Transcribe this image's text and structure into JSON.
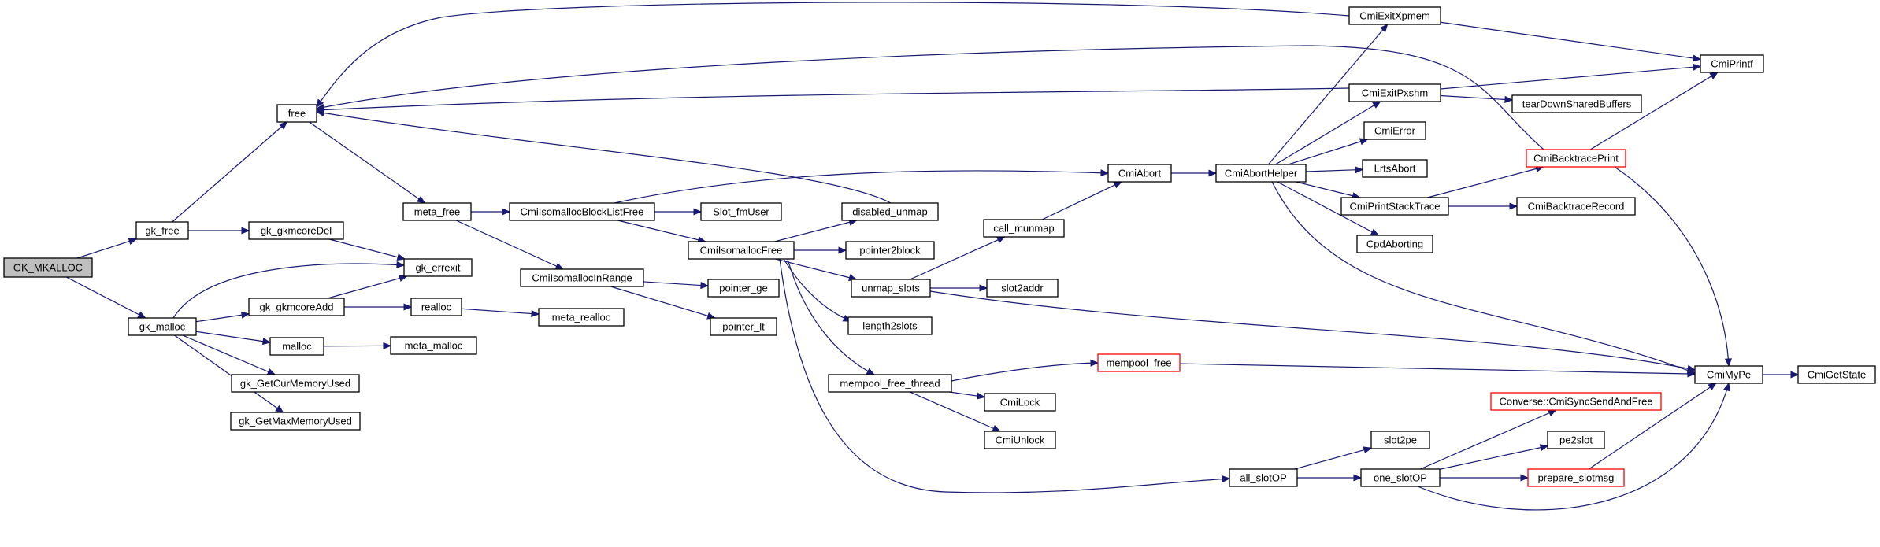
{
  "colors": {
    "edge": "#191970",
    "node_border": "#000000",
    "node_border_truncated": "#ff0000",
    "root_fill": "#bfbfbf",
    "node_fill": "#ffffff"
  },
  "nodes": [
    {
      "id": "GK_MKALLOC",
      "label": "GK_MKALLOC",
      "kind": "root"
    },
    {
      "id": "gk_free",
      "label": "gk_free"
    },
    {
      "id": "gk_malloc",
      "label": "gk_malloc"
    },
    {
      "id": "free",
      "label": "free"
    },
    {
      "id": "gk_gkmcoreDel",
      "label": "gk_gkmcoreDel"
    },
    {
      "id": "gk_errexit",
      "label": "gk_errexit"
    },
    {
      "id": "gk_gkmcoreAdd",
      "label": "gk_gkmcoreAdd"
    },
    {
      "id": "malloc",
      "label": "malloc"
    },
    {
      "id": "gk_GetCurMemoryUsed",
      "label": "gk_GetCurMemoryUsed"
    },
    {
      "id": "gk_GetMaxMemoryUsed",
      "label": "gk_GetMaxMemoryUsed"
    },
    {
      "id": "meta_free",
      "label": "meta_free"
    },
    {
      "id": "realloc",
      "label": "realloc"
    },
    {
      "id": "meta_malloc",
      "label": "meta_malloc"
    },
    {
      "id": "meta_realloc",
      "label": "meta_realloc"
    },
    {
      "id": "CmiIsomallocBlockListFree",
      "label": "CmiIsomallocBlockListFree"
    },
    {
      "id": "CmiIsomallocInRange",
      "label": "CmiIsomallocInRange"
    },
    {
      "id": "Slot_fmUser",
      "label": "Slot_fmUser"
    },
    {
      "id": "CmiIsomallocFree",
      "label": "CmiIsomallocFree"
    },
    {
      "id": "pointer_ge",
      "label": "pointer_ge"
    },
    {
      "id": "pointer_lt",
      "label": "pointer_lt"
    },
    {
      "id": "disabled_unmap",
      "label": "disabled_unmap"
    },
    {
      "id": "pointer2block",
      "label": "pointer2block"
    },
    {
      "id": "unmap_slots",
      "label": "unmap_slots"
    },
    {
      "id": "length2slots",
      "label": "length2slots"
    },
    {
      "id": "mempool_free_thread",
      "label": "mempool_free_thread"
    },
    {
      "id": "call_munmap",
      "label": "call_munmap"
    },
    {
      "id": "slot2addr",
      "label": "slot2addr"
    },
    {
      "id": "CmiAbort",
      "label": "CmiAbort"
    },
    {
      "id": "CmiAbortHelper",
      "label": "CmiAbortHelper"
    },
    {
      "id": "mempool_free",
      "label": "mempool_free",
      "kind": "truncated"
    },
    {
      "id": "CmiLock",
      "label": "CmiLock"
    },
    {
      "id": "CmiUnlock",
      "label": "CmiUnlock"
    },
    {
      "id": "all_slotOP",
      "label": "all_slotOP"
    },
    {
      "id": "slot2pe",
      "label": "slot2pe"
    },
    {
      "id": "one_slotOP",
      "label": "one_slotOP"
    },
    {
      "id": "CmiExitXpmem",
      "label": "CmiExitXpmem"
    },
    {
      "id": "CmiExitPxshm",
      "label": "CmiExitPxshm"
    },
    {
      "id": "CmiError",
      "label": "CmiError"
    },
    {
      "id": "LrtsAbort",
      "label": "LrtsAbort"
    },
    {
      "id": "CmiPrintStackTrace",
      "label": "CmiPrintStackTrace"
    },
    {
      "id": "CpdAborting",
      "label": "CpdAborting"
    },
    {
      "id": "Converse::CmiSyncSendAndFree",
      "label": "Converse::CmiSyncSendAndFree",
      "kind": "truncated"
    },
    {
      "id": "pe2slot",
      "label": "pe2slot"
    },
    {
      "id": "prepare_slotmsg",
      "label": "prepare_slotmsg",
      "kind": "truncated"
    },
    {
      "id": "CmiPrintf",
      "label": "CmiPrintf"
    },
    {
      "id": "tearDownSharedBuffers",
      "label": "tearDownSharedBuffers"
    },
    {
      "id": "CmiBacktracePrint",
      "label": "CmiBacktracePrint",
      "kind": "truncated"
    },
    {
      "id": "CmiBacktraceRecord",
      "label": "CmiBacktraceRecord"
    },
    {
      "id": "CmiMyPe",
      "label": "CmiMyPe"
    },
    {
      "id": "CmiGetState",
      "label": "CmiGetState"
    }
  ],
  "edges": [
    [
      "GK_MKALLOC",
      "gk_free"
    ],
    [
      "GK_MKALLOC",
      "gk_malloc"
    ],
    [
      "gk_free",
      "free"
    ],
    [
      "gk_free",
      "gk_gkmcoreDel"
    ],
    [
      "gk_gkmcoreDel",
      "gk_errexit"
    ],
    [
      "gk_malloc",
      "gk_errexit"
    ],
    [
      "gk_malloc",
      "gk_gkmcoreAdd"
    ],
    [
      "gk_malloc",
      "malloc"
    ],
    [
      "gk_malloc",
      "gk_GetCurMemoryUsed"
    ],
    [
      "gk_malloc",
      "gk_GetMaxMemoryUsed"
    ],
    [
      "gk_gkmcoreAdd",
      "gk_errexit"
    ],
    [
      "gk_gkmcoreAdd",
      "realloc"
    ],
    [
      "free",
      "meta_free"
    ],
    [
      "malloc",
      "meta_malloc"
    ],
    [
      "realloc",
      "meta_realloc"
    ],
    [
      "meta_free",
      "CmiIsomallocBlockListFree"
    ],
    [
      "meta_free",
      "CmiIsomallocInRange"
    ],
    [
      "CmiIsomallocBlockListFree",
      "Slot_fmUser"
    ],
    [
      "CmiIsomallocBlockListFree",
      "CmiIsomallocFree"
    ],
    [
      "CmiIsomallocBlockListFree",
      "CmiAbort"
    ],
    [
      "CmiIsomallocInRange",
      "pointer_ge"
    ],
    [
      "CmiIsomallocInRange",
      "pointer_lt"
    ],
    [
      "CmiIsomallocFree",
      "disabled_unmap"
    ],
    [
      "CmiIsomallocFree",
      "pointer2block"
    ],
    [
      "CmiIsomallocFree",
      "unmap_slots"
    ],
    [
      "CmiIsomallocFree",
      "length2slots"
    ],
    [
      "CmiIsomallocFree",
      "mempool_free_thread"
    ],
    [
      "CmiIsomallocFree",
      "all_slotOP"
    ],
    [
      "disabled_unmap",
      "free"
    ],
    [
      "unmap_slots",
      "call_munmap"
    ],
    [
      "unmap_slots",
      "slot2addr"
    ],
    [
      "unmap_slots",
      "CmiMyPe"
    ],
    [
      "call_munmap",
      "CmiAbort"
    ],
    [
      "CmiAbort",
      "CmiAbortHelper"
    ],
    [
      "mempool_free_thread",
      "mempool_free"
    ],
    [
      "mempool_free_thread",
      "CmiLock"
    ],
    [
      "mempool_free_thread",
      "CmiUnlock"
    ],
    [
      "mempool_free",
      "CmiMyPe"
    ],
    [
      "all_slotOP",
      "slot2pe"
    ],
    [
      "all_slotOP",
      "one_slotOP"
    ],
    [
      "one_slotOP",
      "Converse::CmiSyncSendAndFree"
    ],
    [
      "one_slotOP",
      "pe2slot"
    ],
    [
      "one_slotOP",
      "prepare_slotmsg"
    ],
    [
      "one_slotOP",
      "CmiMyPe"
    ],
    [
      "prepare_slotmsg",
      "CmiMyPe"
    ],
    [
      "CmiAbortHelper",
      "CmiExitXpmem"
    ],
    [
      "CmiAbortHelper",
      "CmiExitPxshm"
    ],
    [
      "CmiAbortHelper",
      "CmiError"
    ],
    [
      "CmiAbortHelper",
      "LrtsAbort"
    ],
    [
      "CmiAbortHelper",
      "CmiPrintStackTrace"
    ],
    [
      "CmiAbortHelper",
      "CpdAborting"
    ],
    [
      "CmiAbortHelper",
      "CmiMyPe"
    ],
    [
      "CmiExitXpmem",
      "free"
    ],
    [
      "CmiExitXpmem",
      "CmiPrintf"
    ],
    [
      "CmiExitPxshm",
      "free"
    ],
    [
      "CmiExitPxshm",
      "CmiPrintf"
    ],
    [
      "CmiExitPxshm",
      "tearDownSharedBuffers"
    ],
    [
      "CmiPrintStackTrace",
      "CmiBacktracePrint"
    ],
    [
      "CmiPrintStackTrace",
      "CmiBacktraceRecord"
    ],
    [
      "CmiBacktracePrint",
      "free"
    ],
    [
      "CmiBacktracePrint",
      "CmiPrintf"
    ],
    [
      "CmiBacktracePrint",
      "CmiMyPe"
    ],
    [
      "CmiMyPe",
      "CmiGetState"
    ]
  ]
}
